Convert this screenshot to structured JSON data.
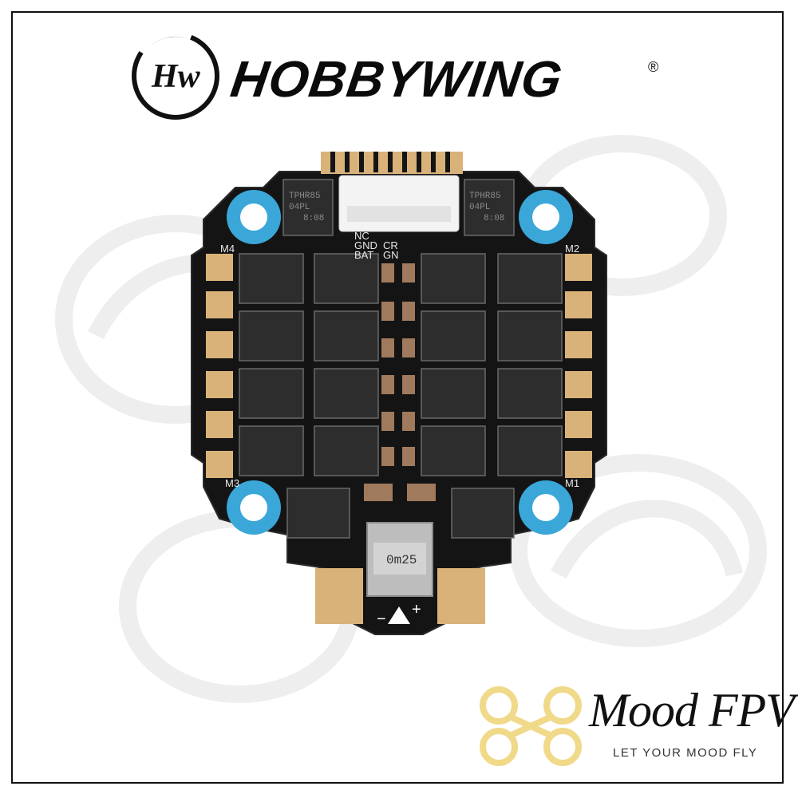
{
  "brand": {
    "name": "HOBBYWING",
    "registered": "®",
    "monogram": "HW"
  },
  "store": {
    "name": "Mood FPV",
    "slogan": "LET YOUR MOOD FLY"
  },
  "board": {
    "motor_labels": [
      "M4",
      "M2",
      "M3",
      "M1"
    ],
    "connector_pins": [
      "NC",
      "GND",
      "BAT",
      "CR",
      "GN"
    ],
    "chip_marking": [
      "TPHR85",
      "04PL",
      "8:08"
    ],
    "shunt_marking": "0m25",
    "polarity": {
      "neg": "−",
      "pos": "+"
    },
    "mount_color": "#3aa7d8",
    "pcb_color": "#141414",
    "pad_color": "#d9b27a"
  },
  "colors": {
    "accent_yellow": "#f1d98a",
    "watermark": "#efefef"
  }
}
